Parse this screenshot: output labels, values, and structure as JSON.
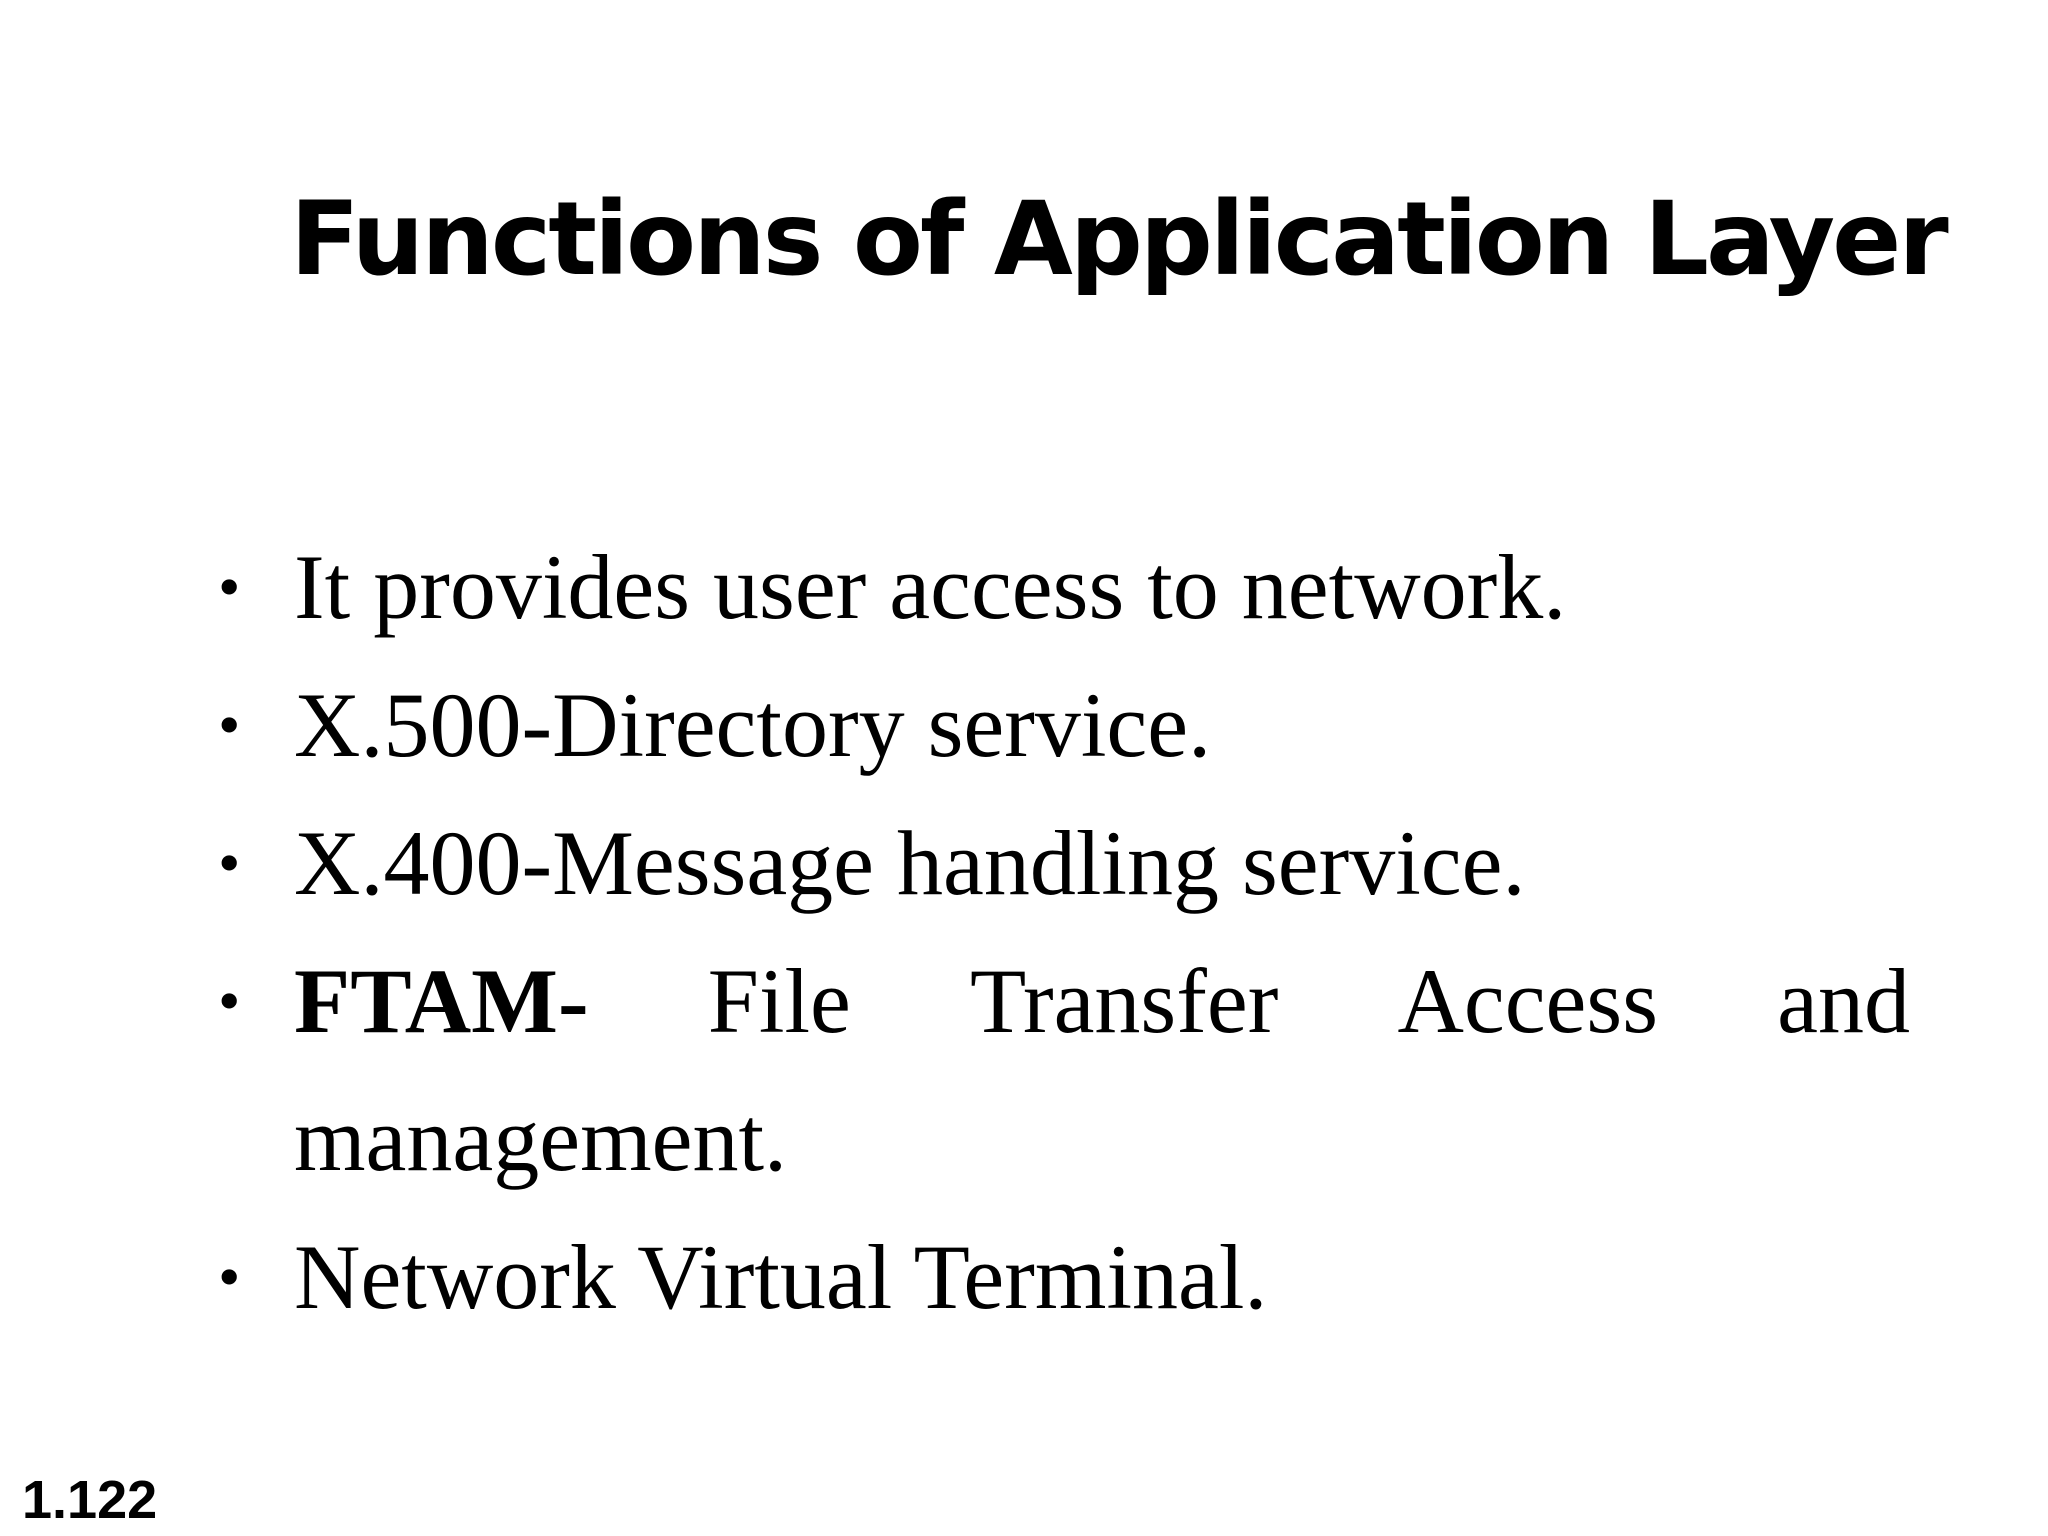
{
  "slide": {
    "title": "Functions of Application Layer",
    "bullet_symbol": "•",
    "bullets": [
      "It provides user access to network.",
      "X.500-Directory service.",
      "X.400-Message handling service."
    ],
    "ftam": {
      "bold_term": "FTAM-",
      "line1_words": [
        "File",
        "Transfer",
        "Access",
        "and"
      ],
      "line2": "management."
    },
    "last_bullet": "Network Virtual Terminal.",
    "page_number": "1.122"
  }
}
